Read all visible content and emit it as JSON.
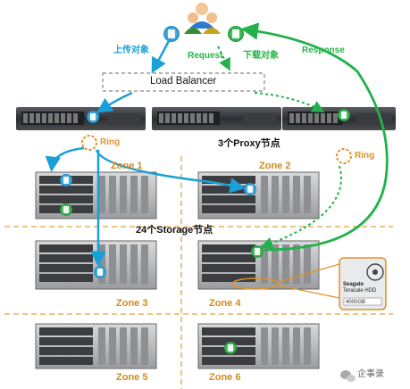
{
  "labels": {
    "upload": "上传对象",
    "request": "Request",
    "download": "下载对象",
    "response": "Response",
    "load_balancer": "Load Balancer",
    "ring_left": "Ring",
    "ring_right": "Ring",
    "proxy_nodes": "3个Proxy节点",
    "storage_nodes": "24个Storage节点",
    "watermark": "企事录"
  },
  "zones": [
    "Zone 1",
    "Zone 2",
    "Zone 3",
    "Zone 4",
    "Zone 5",
    "Zone 6"
  ],
  "disk_logo": {
    "brand": "Seagate",
    "model": "Teracale HDD",
    "capacity": "4000GB"
  },
  "colors": {
    "blue_flow": "#1aa0d8",
    "green_flow": "#22b14c",
    "zone_divider": "#e0a040",
    "ring": "#e0922a"
  },
  "icons": [
    "users-icon",
    "document-icon",
    "server-icon",
    "hard-disk-icon",
    "wechat-icon"
  ]
}
